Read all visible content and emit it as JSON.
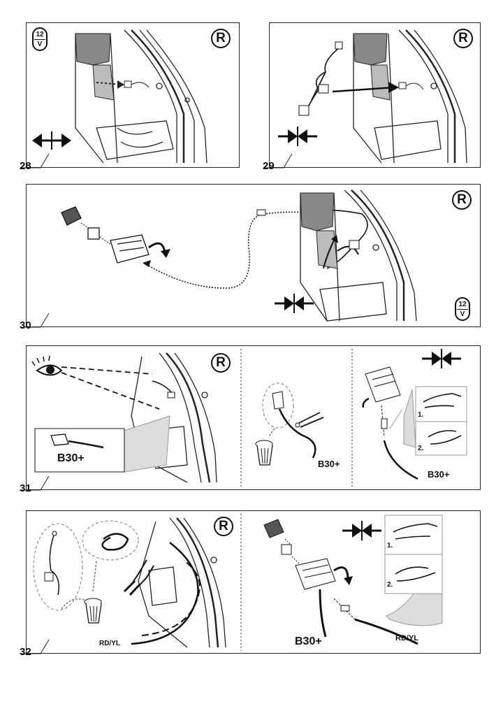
{
  "steps": [
    {
      "number": "28"
    },
    {
      "number": "29"
    },
    {
      "number": "30"
    },
    {
      "number": "31",
      "callout_label": "B30+",
      "mid_label": "B30+",
      "right_label": "B30+",
      "substeps": [
        "1.",
        "2."
      ]
    },
    {
      "number": "32",
      "wire_label_left": "RD/YL",
      "wire_label_right": "RD/YL",
      "right_label": "B30+",
      "substeps": [
        "1.",
        "2."
      ]
    }
  ],
  "badge": {
    "r": "R",
    "voltage_top": "12",
    "voltage_bottom": "V"
  },
  "icons": [
    "double-arrow-icon",
    "pinch-arrows-icon",
    "eye-icon",
    "trash-bin-icon",
    "pliers-icon",
    "connector-icon",
    "crimp-tool-icon",
    "rotate-arrow-icon"
  ]
}
